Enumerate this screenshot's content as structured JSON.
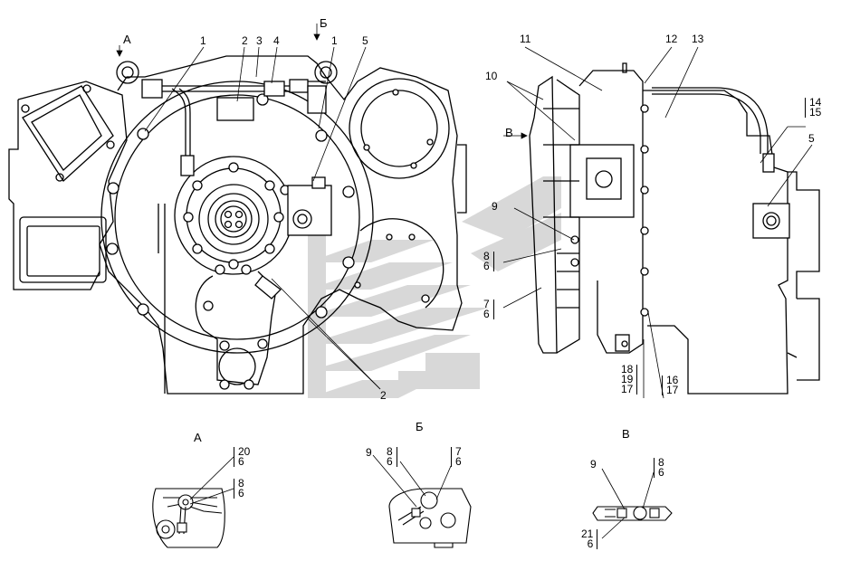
{
  "view_labels": {
    "A": "А",
    "B": "Б",
    "V": "В"
  },
  "front_callouts": {
    "c1a": "1",
    "c2": "2",
    "c3": "3",
    "c4": "4",
    "c1b": "1",
    "c5": "5",
    "c2b": "2"
  },
  "side_callouts": {
    "c11": "11",
    "c12": "12",
    "c13": "13",
    "c10": "10",
    "c9": "9",
    "c5": "5",
    "s14": "14",
    "s15": "15",
    "s8": "8",
    "s6a": "6",
    "s7": "7",
    "s6b": "6",
    "s18": "18",
    "s19": "19",
    "s17a": "17",
    "s16": "16",
    "s17b": "17"
  },
  "detail_A": {
    "s20": "20",
    "s6a": "6",
    "s8": "8",
    "s6b": "6"
  },
  "detail_B": {
    "c9": "9",
    "s8": "8",
    "s6a": "6",
    "s7": "7",
    "s6b": "6"
  },
  "detail_V": {
    "c9": "9",
    "s8": "8",
    "s6a": "6",
    "s21": "21",
    "s6b": "6"
  }
}
